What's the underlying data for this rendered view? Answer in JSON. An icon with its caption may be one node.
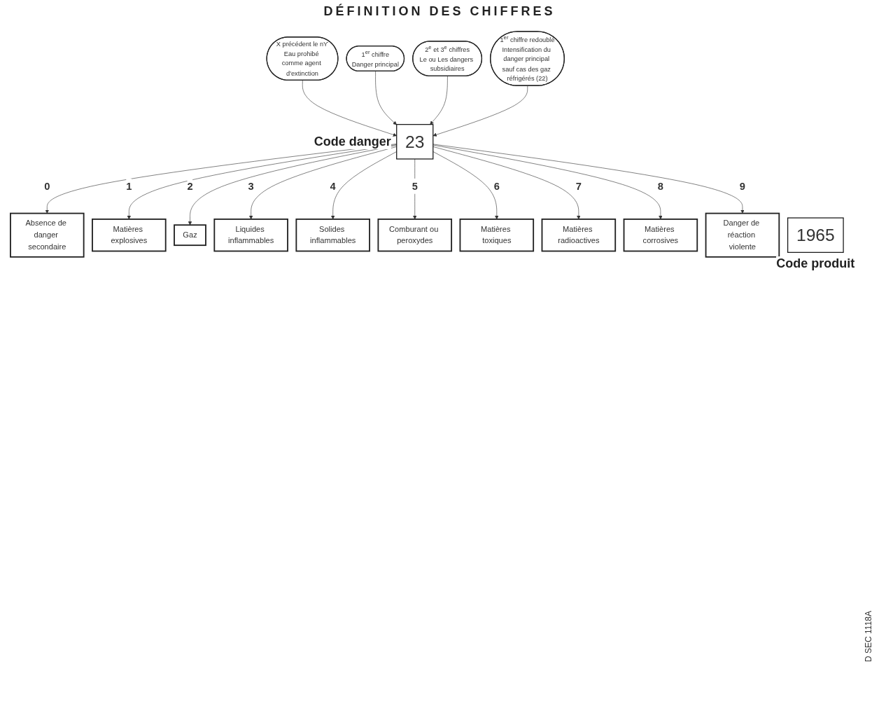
{
  "diagram": {
    "nodes": [
      {
        "text": [
          "X précédent le nϒ",
          "Eau prohibé comme agent d'extinction"
        ]
      },
      {
        "text": [
          "1$^{er}$ chiffre",
          "Danger principal"
        ]
      },
      {
        "text": [
          "2$^{e}$ et 3$^{e}$ chiffres",
          "Le ou Les dangers subsidiaires"
        ]
      },
      {
        "text": [
          "1$^{er}$ chiffre redoublé",
          "Intensification du danger principal sauf cas des gaz réfrigérés (22)"
        ]
      },
      {
        "text": [
          "Solides inflammables"
        ]
      },
      {
        "text": [
          "Comburant ou peroxydes"
        ]
      },
      {
        "text": [
          "Liquides inflammables"
        ]
      },
      {
        "text": [
          "Matières toxiques"
        ]
      },
      {
        "text": [
          "Gaz"
        ]
      },
      {
        "text": [
          "Matières radioactives"
        ]
      },
      {
        "text": [
          "Matières explosives"
        ]
      },
      {
        "text": [
          "Matières corrosives"
        ]
      },
      {
        "text": [
          "Absence de danger secondaire"
        ]
      },
      {
        "text": [
          "23"
        ],
        "beside": [
          "Code danger"
        ]
      },
      {
        "text": [
          "Danger de réaction violente"
        ]
      },
      {
        "text": [
          "1965"
        ],
        "beside": [
          "Code produit"
        ]
      }
    ],
    "edges": [
      {
        "from": 0,
        "to": 13,
        "arrow": "to"
      },
      {
        "from": 1,
        "to": 13,
        "arrow": "to"
      },
      {
        "from": 2,
        "to": 13,
        "arrow": "to"
      },
      {
        "from": 3,
        "to": 13,
        "arrow": "to"
      },
      {
        "from": 13,
        "to": 12,
        "arrow": "to",
        "label": "0"
      },
      {
        "from": 13,
        "to": 10,
        "arrow": "to",
        "label": "1"
      },
      {
        "from": 13,
        "to": 8,
        "arrow": "to",
        "label": "2"
      },
      {
        "from": 13,
        "to": 6,
        "arrow": "to",
        "label": "3"
      },
      {
        "from": 13,
        "to": 4,
        "arrow": "to",
        "label": "4"
      },
      {
        "from": 13,
        "to": 5,
        "arrow": "to",
        "label": "5"
      },
      {
        "from": 13,
        "to": 7,
        "arrow": "to",
        "label": "6"
      },
      {
        "from": 13,
        "to": 9,
        "arrow": "to",
        "label": "7"
      },
      {
        "from": 13,
        "to": 11,
        "arrow": "to",
        "label": "8"
      },
      {
        "from": 13,
        "to": 14,
        "arrow": "to",
        "label": "9"
      }
    ],
    "labels": [
      "DÉFINITION DES CHIFFRES",
      "D SEC 1118A"
    ]
  }
}
